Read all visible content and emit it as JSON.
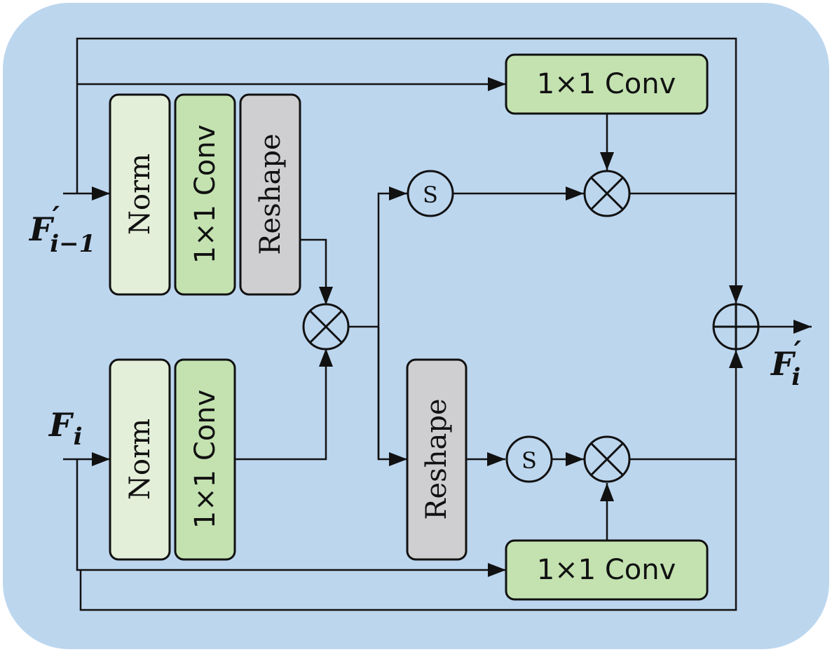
{
  "colors": {
    "background": "#bcd6ee",
    "norm_fill": "#e3efd8",
    "conv_fill": "#c3e2b0",
    "reshape_fill": "#cfcfd1",
    "stroke": "#111111"
  },
  "labels": {
    "norm": "Norm",
    "conv": "1×1 Conv",
    "reshape": "Reshape",
    "softmax": "S"
  },
  "io": {
    "input_prev": {
      "base": "F",
      "prime": "′",
      "sub": "i−1"
    },
    "input_cur": {
      "base": "F",
      "sub": "i"
    },
    "output": {
      "base": "F",
      "prime": "′",
      "sub": "i"
    }
  },
  "icons": {
    "multiply": "circled-times-icon",
    "add": "circled-plus-icon",
    "arrow": "arrowhead-icon"
  }
}
